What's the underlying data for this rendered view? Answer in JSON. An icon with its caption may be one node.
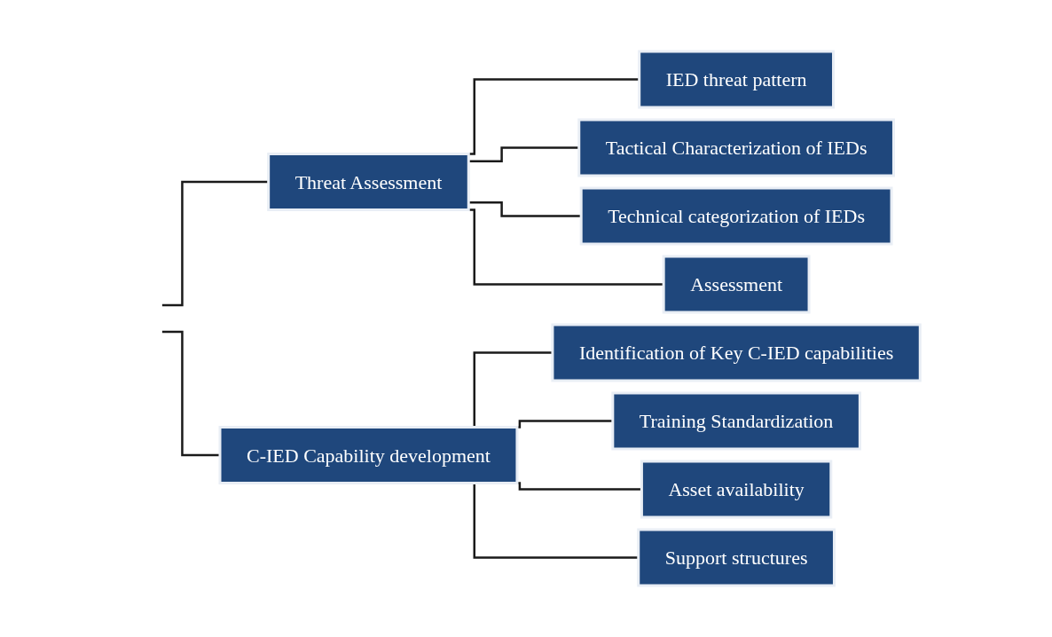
{
  "diagram": {
    "nodes": [
      {
        "text": [
          "Threat Assessment"
        ]
      },
      {
        "text": [
          "IED threat pattern"
        ]
      },
      {
        "text": [
          "Tactical Characterization of IEDs"
        ]
      },
      {
        "text": [
          "Technical categorization of IEDs"
        ]
      },
      {
        "text": [
          "Assessment"
        ]
      },
      {
        "text": [
          "C-IED Capability development"
        ]
      },
      {
        "text": [
          "Identification of Key C-IED capabilities"
        ]
      },
      {
        "text": [
          "Training Standardization"
        ]
      },
      {
        "text": [
          "Asset availability"
        ]
      },
      {
        "text": [
          "Support structures"
        ]
      }
    ],
    "edges": [
      {
        "from": null,
        "to": 0,
        "arrow": "none"
      },
      {
        "from": null,
        "to": 5,
        "arrow": "none"
      },
      {
        "from": 0,
        "to": 1,
        "arrow": "none"
      },
      {
        "from": 0,
        "to": 2,
        "arrow": "none"
      },
      {
        "from": 0,
        "to": 3,
        "arrow": "none"
      },
      {
        "from": 0,
        "to": 4,
        "arrow": "none"
      },
      {
        "from": 5,
        "to": 6,
        "arrow": "none"
      },
      {
        "from": 5,
        "to": 7,
        "arrow": "none"
      },
      {
        "from": 5,
        "to": 8,
        "arrow": "none"
      },
      {
        "from": 5,
        "to": 9,
        "arrow": "none"
      }
    ]
  }
}
